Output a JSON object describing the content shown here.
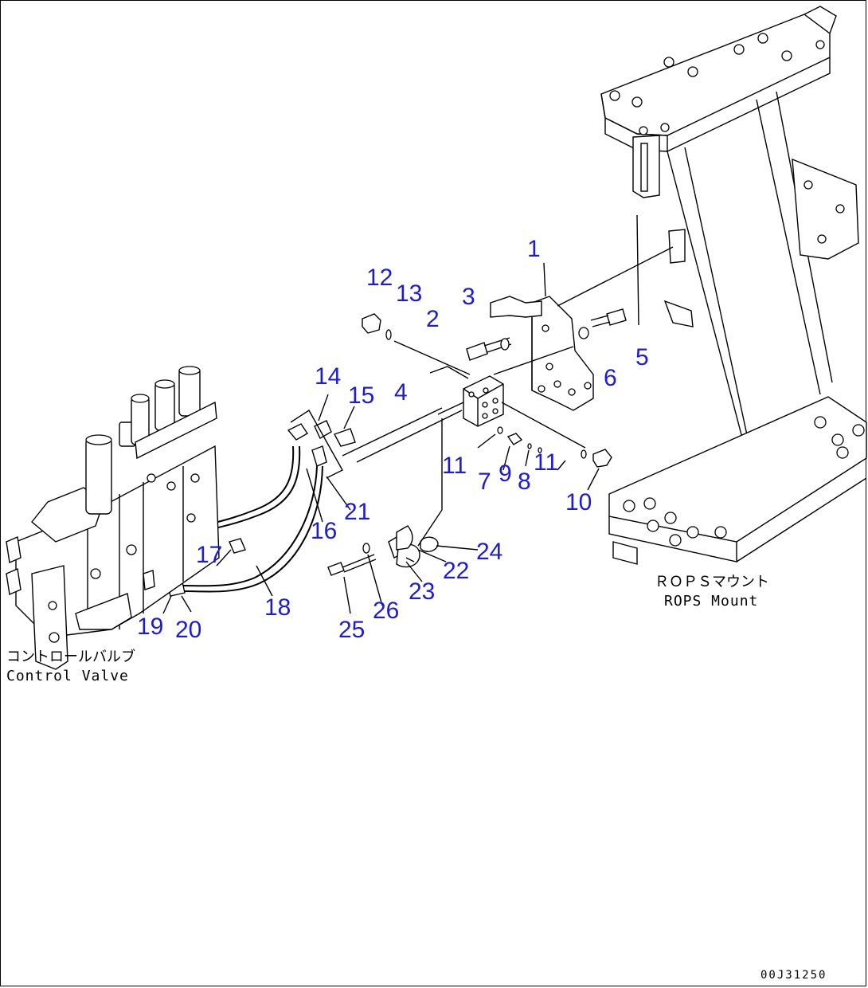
{
  "callouts": {
    "c1": "1",
    "c2": "2",
    "c3": "3",
    "c4": "4",
    "c5": "5",
    "c6": "6",
    "c7": "7",
    "c8": "8",
    "c9": "9",
    "c10": "10",
    "c11a": "11",
    "c11b": "11",
    "c12": "12",
    "c13": "13",
    "c14": "14",
    "c15": "15",
    "c16": "16",
    "c17": "17",
    "c18": "18",
    "c19": "19",
    "c20": "20",
    "c21": "21",
    "c22": "22",
    "c23": "23",
    "c24": "24",
    "c25": "25",
    "c26": "26"
  },
  "labels": {
    "rops_jp": "ＲＯＰＳマウント",
    "rops_en": "ROPS Mount",
    "valve_jp": "コントロールバルブ",
    "valve_en": "Control Valve"
  },
  "drawing_code": "00J31250",
  "colors": {
    "callout": "#1c1cd6",
    "line": "#000000"
  }
}
